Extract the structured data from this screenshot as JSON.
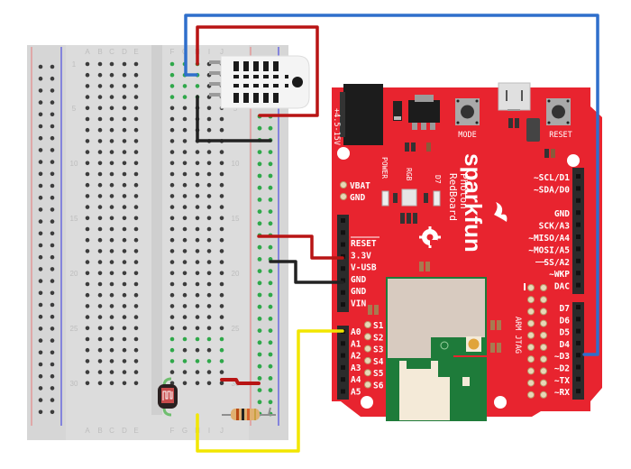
{
  "diagram": {
    "title": "SparkFun Photon RedBoard breadboard wiring",
    "colors": {
      "board_red": "#e8242f",
      "wire_red": "#b81414",
      "wire_black": "#222222",
      "wire_blue": "#2f6fcb",
      "wire_yellow": "#f2e600",
      "breadboard": "#dcdcdc",
      "rail_red": "#e58a8a",
      "rail_blue": "#4d4de0",
      "module_green": "#1e7b3a",
      "module_beige": "#d8cbc0"
    },
    "breadboard": {
      "columns_left": [
        "A",
        "B",
        "C",
        "D",
        "E"
      ],
      "columns_right": [
        "F",
        "G",
        "H",
        "I",
        "J"
      ],
      "row_numbers": [
        "1",
        "5",
        "10",
        "15",
        "20",
        "25",
        "30"
      ],
      "rows": 30
    },
    "board": {
      "brand": "sparkfun",
      "product": "Photon",
      "model": "RedBoard",
      "power_label": "+4.5-15V",
      "buttons": [
        "MODE",
        "RESET"
      ],
      "leds": [
        "POWER",
        "RGB",
        "D7"
      ],
      "battery_pins": [
        "VBAT",
        "GND"
      ],
      "power_header": [
        "RESET",
        "3.3V",
        "V-USB",
        "GND",
        "GND",
        "VIN"
      ],
      "analog_header": [
        "A0",
        "A1",
        "A2",
        "A3",
        "A4",
        "A5"
      ],
      "spare_pads": [
        "S1",
        "S2",
        "S3",
        "S4",
        "S5",
        "S6"
      ],
      "right_header_top": [
        "~SCL/D1",
        "~SDA/D0",
        "",
        "GND",
        "SCK/A3",
        "~MISO/A4",
        "~MOSI/A5",
        "SS/A2",
        "~WKP",
        "DAC"
      ],
      "right_header_bottom": [
        "D7",
        "D6",
        "D5",
        "D4",
        "~D3",
        "~D2",
        "~TX",
        "~RX"
      ],
      "jtag_label": "ARM JTAG"
    },
    "components": [
      {
        "name": "DHT22 temperature/humidity sensor"
      },
      {
        "name": "Photocell (LDR)"
      },
      {
        "name": "Resistor"
      }
    ],
    "wires": [
      {
        "color": "blue",
        "from": "Sensor data pin",
        "to": "~D3"
      },
      {
        "color": "red",
        "from": "Sensor VCC",
        "to": "Breadboard power rail"
      },
      {
        "color": "black",
        "from": "Sensor GND",
        "to": "Breadboard ground rail"
      },
      {
        "color": "red",
        "from": "Power rail",
        "to": "3.3V"
      },
      {
        "color": "black",
        "from": "Ground rail",
        "to": "GND"
      },
      {
        "color": "yellow",
        "from": "Photocell / resistor junction",
        "to": "A0"
      },
      {
        "color": "red",
        "from": "Photocell",
        "to": "Power rail"
      }
    ]
  }
}
